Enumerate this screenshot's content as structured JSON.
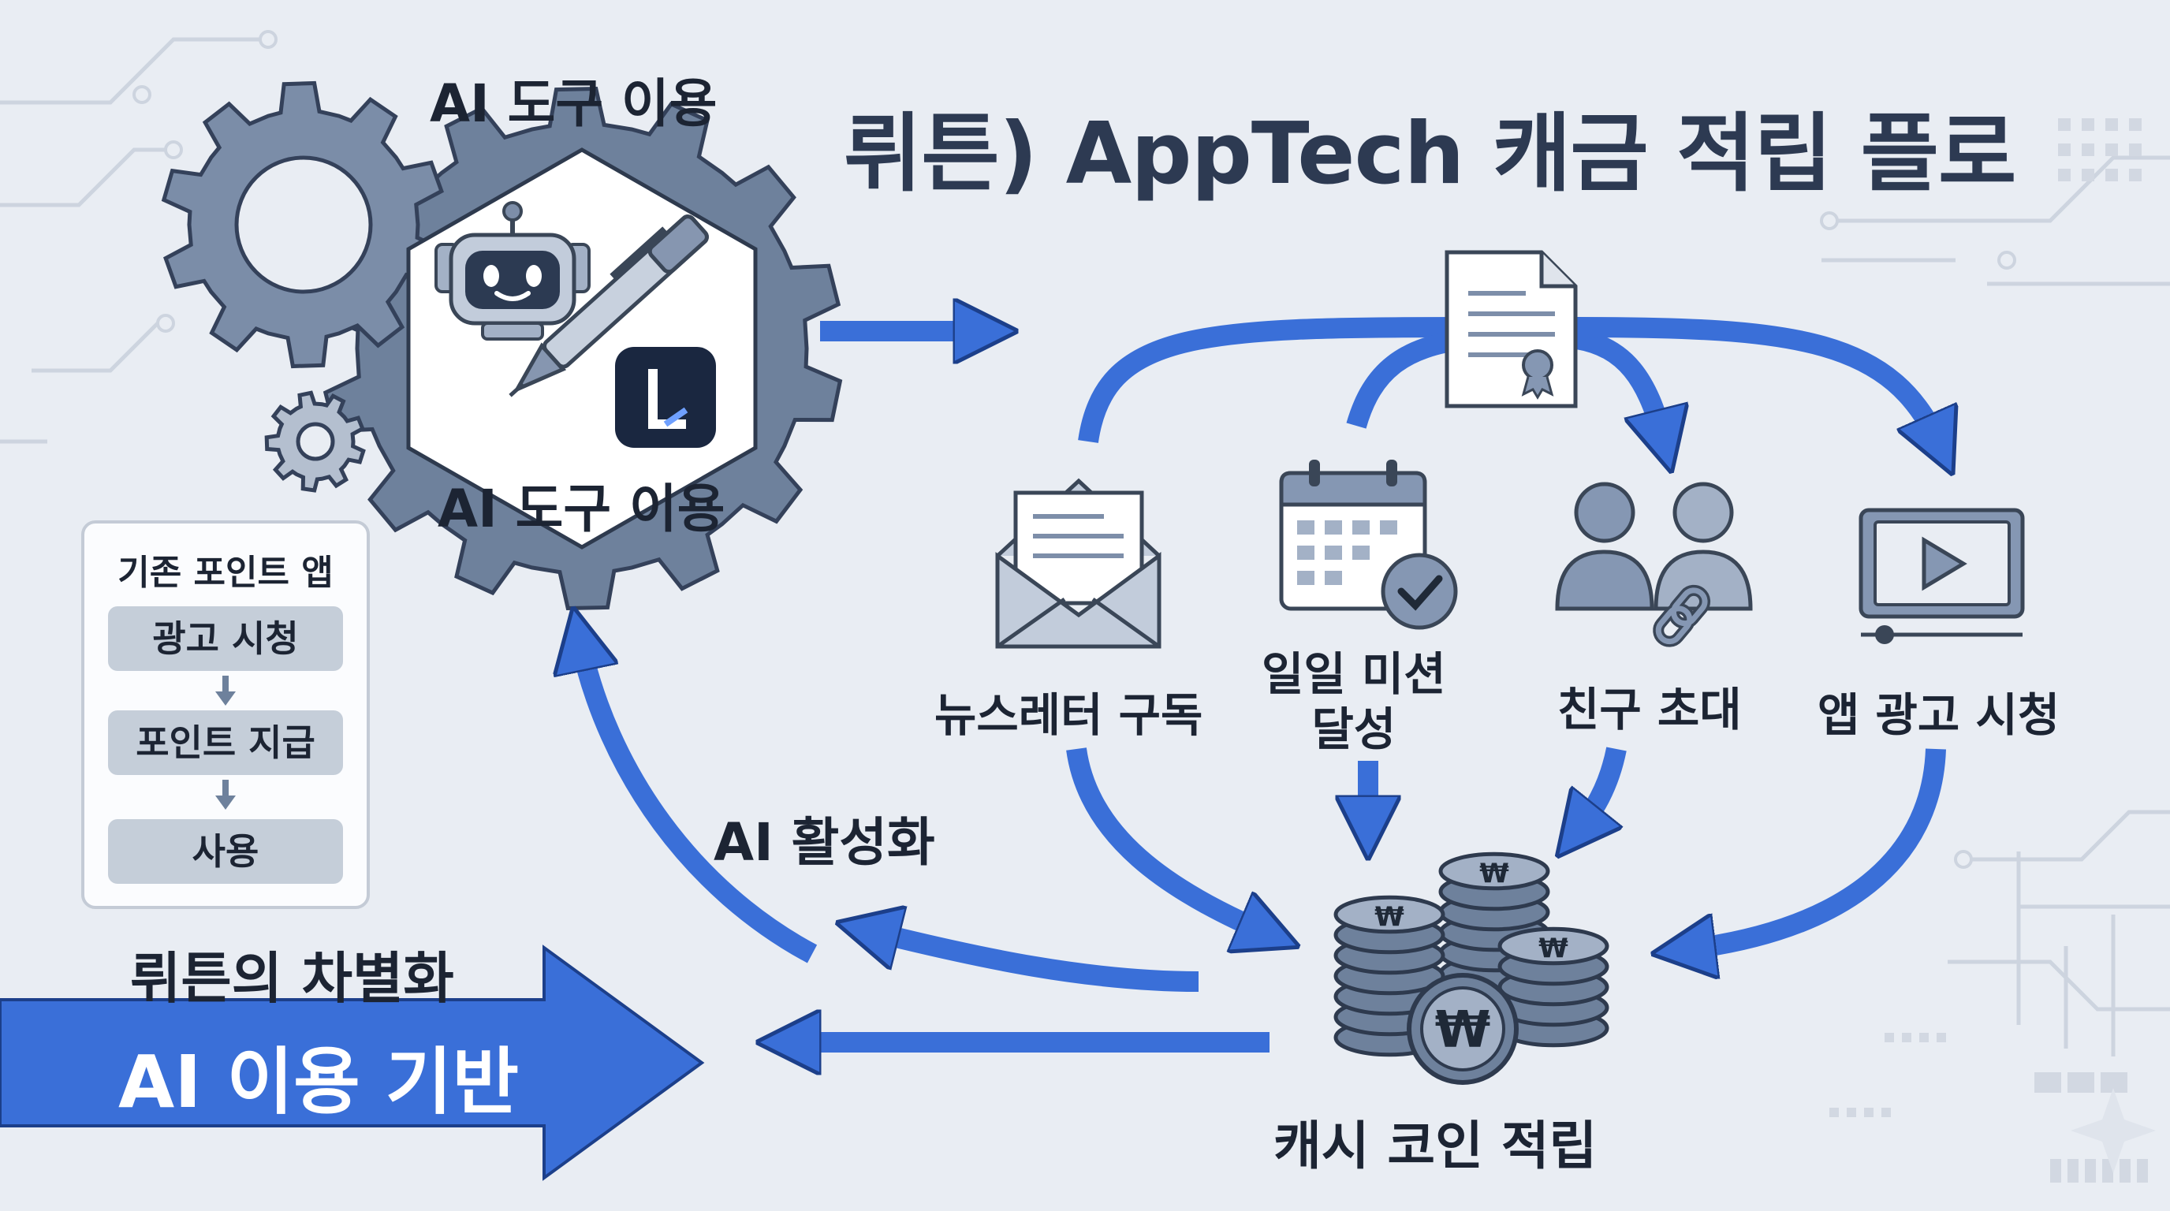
{
  "title": "뤼튼) AppTech 캐금 적립 플로",
  "gear": {
    "label_top": "AI 도구 이용",
    "label_bottom": "AI 도구 이용",
    "logo_icon": "wrtn-l-logo"
  },
  "activities": [
    {
      "label": "뉴스레터 구독",
      "icon": "envelope-icon"
    },
    {
      "label": "일일 미션\n달성",
      "icon": "calendar-check-icon"
    },
    {
      "label": "친구 초대",
      "icon": "people-link-icon"
    },
    {
      "label": "앱 광고 시청",
      "icon": "video-play-icon"
    }
  ],
  "reward": {
    "label": "캐시 코인 적립",
    "coin_symbol": "₩"
  },
  "loop_label": "AI 활성화",
  "legacy": {
    "title": "기존 포인트 앱",
    "steps": [
      "광고 시청",
      "포인트 지급",
      "사용"
    ]
  },
  "differentiator": {
    "label": "뤼튼의 차별화",
    "banner": "AI 이용 기반"
  },
  "colors": {
    "accent_blue": "#3a6fd8",
    "gear_gray": "#6e819c",
    "icon_fill": "#8597b3",
    "background": "#e9edf3"
  }
}
